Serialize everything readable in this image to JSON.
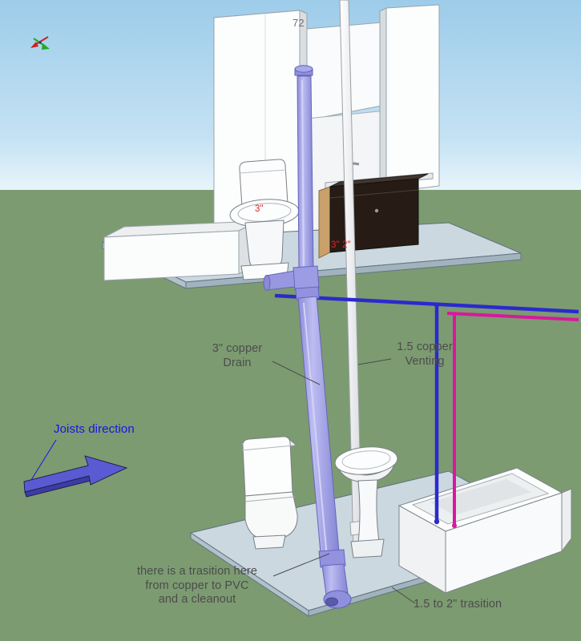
{
  "viewport": {
    "app": "3D model viewport",
    "description": "Two-storey bathroom plumbing model with copper drain, vent and supply lines"
  },
  "colors": {
    "sky_top": "#9dccea",
    "sky_horizon": "#e9f5fb",
    "ground": "#7c9b71",
    "floor_slab": "#ccd8e0",
    "wall_white": "#fcfdfd",
    "vanity_dark": "#261c15",
    "vanity_wood": "#c9a06a",
    "drain_pipe": "#9a9ae2",
    "vent_pipe": "#f7f7f7",
    "cold_supply": "#2a2ace",
    "hot_supply": "#d8189e",
    "joists_arrow": "#5a5ad2",
    "annotation_text": "#4c4c4c",
    "joists_text": "#1515e6",
    "dimension_red": "#e62222",
    "dimension_gray": "#707070"
  },
  "annotations": {
    "wall_height_dim": "72",
    "drain_label": {
      "line1": "3\" copper",
      "line2": "Drain"
    },
    "vent_label": {
      "line1": "1.5 copper",
      "line2": "Venting"
    },
    "joists_label": "Joists direction",
    "transition_label": {
      "line1": "there is a trasition here",
      "line2": "from copper to PVC",
      "line3": "and a cleanout"
    },
    "vent_transition_label": "1.5 to 2\" trasition",
    "toilet_drain_dim": "3\"",
    "vanity_drain_dim": "3\" 2\""
  },
  "icons": {
    "axes_indicator": "sketchup-axes-icon"
  }
}
